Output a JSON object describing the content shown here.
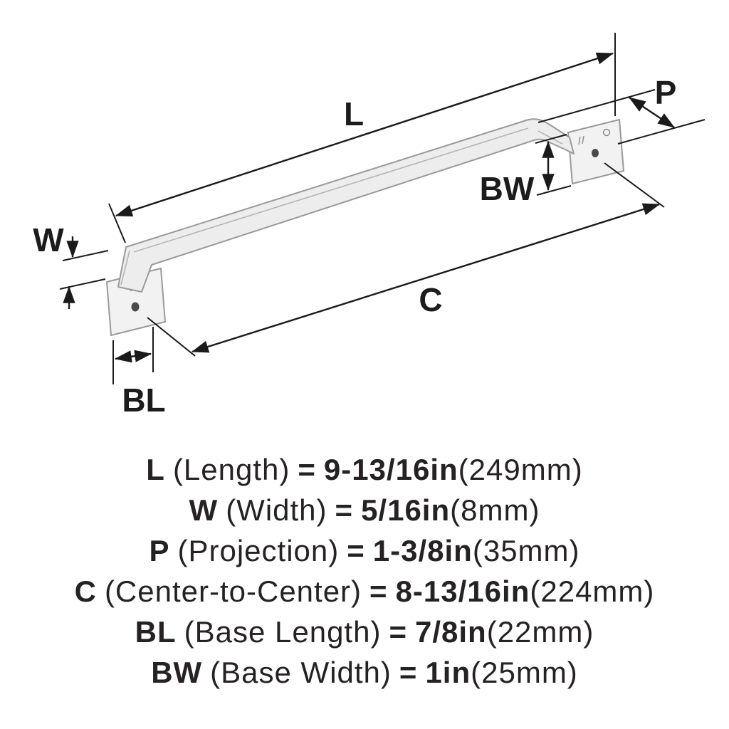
{
  "diagram": {
    "labels": {
      "L": "L",
      "W": "W",
      "P": "P",
      "C": "C",
      "BL": "BL",
      "BW": "BW"
    }
  },
  "specs": [
    {
      "symbol": "L",
      "name": "(Length)",
      "eq": "=",
      "value": "9-13/16in",
      "metric": "(249mm)"
    },
    {
      "symbol": "W",
      "name": "(Width)",
      "eq": "=",
      "value": "5/16in",
      "metric": "(8mm)"
    },
    {
      "symbol": "P",
      "name": "(Projection)",
      "eq": "=",
      "value": "1-3/8in",
      "metric": "(35mm)"
    },
    {
      "symbol": "C",
      "name": "(Center-to-Center)",
      "eq": "=",
      "value": "8-13/16in",
      "metric": "(224mm)"
    },
    {
      "symbol": "BL",
      "name": "(Base Length)",
      "eq": "=",
      "value": "7/8in",
      "metric": "(22mm)"
    },
    {
      "symbol": "BW",
      "name": "(Base Width)",
      "eq": "=",
      "value": "1in",
      "metric": "(25mm)"
    }
  ],
  "colors": {
    "background": "#ffffff",
    "dimension_line": "#1a1a1a",
    "handle_fill": "#ededed",
    "handle_stroke": "#9a9a9a",
    "text": "#262223"
  }
}
